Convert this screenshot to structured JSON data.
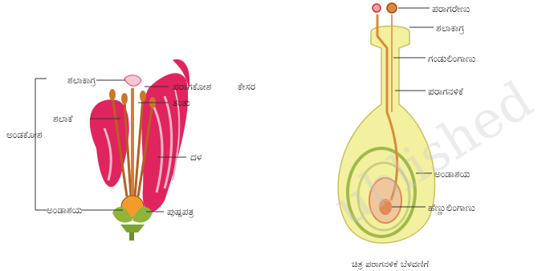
{
  "left_diagram": {
    "labels": {
      "top_group": "ಶಲಾಕಾಗ್ರ",
      "stamen": "ಕೇಸರ",
      "anther": "ಪರಾಗಕೋಶ",
      "filament": "ತಂತು",
      "style": "ಶಲಾಕೆ",
      "petal": "ದಳ",
      "calyx_pistil": "ಶಲಾಕೆ",
      "ovary": "ಅಂಡಾಶಯ",
      "sepal": "ಪುಷ್ಪಪತ್ರ",
      "pistil_bracket": "ಅಂಡಕೋಶ"
    },
    "caption": ""
  },
  "right_diagram": {
    "labels": {
      "pollen_grains": "ಪರಾಗರೇಣು",
      "stigma": "ಶಲಾಕಾಗ್ರ",
      "style": "ಗಂಡುಲಿಂಗಾಣು",
      "pollen_tube": "ಪರಾಗನಳಿಕೆ",
      "ovary": "ಅಂಡಾಶಯ",
      "female_gamete": "ಹೆಣ್ಣುಲಿಂಗಾಣು"
    },
    "caption": "ಚಿತ್ರ ಪರಾಗನಳಿಕೆ ಬೆಳವಣಿಗೆ"
  },
  "colors": {
    "petal": "#e0245e",
    "petal_stripe": "#f7b6c8",
    "sepal": "#8fb43a",
    "pistil_body": "#f3f0a0",
    "pistil_outline": "#c9c15a",
    "pollen_tube": "#d98a3a",
    "ovule": "#e08a55"
  }
}
